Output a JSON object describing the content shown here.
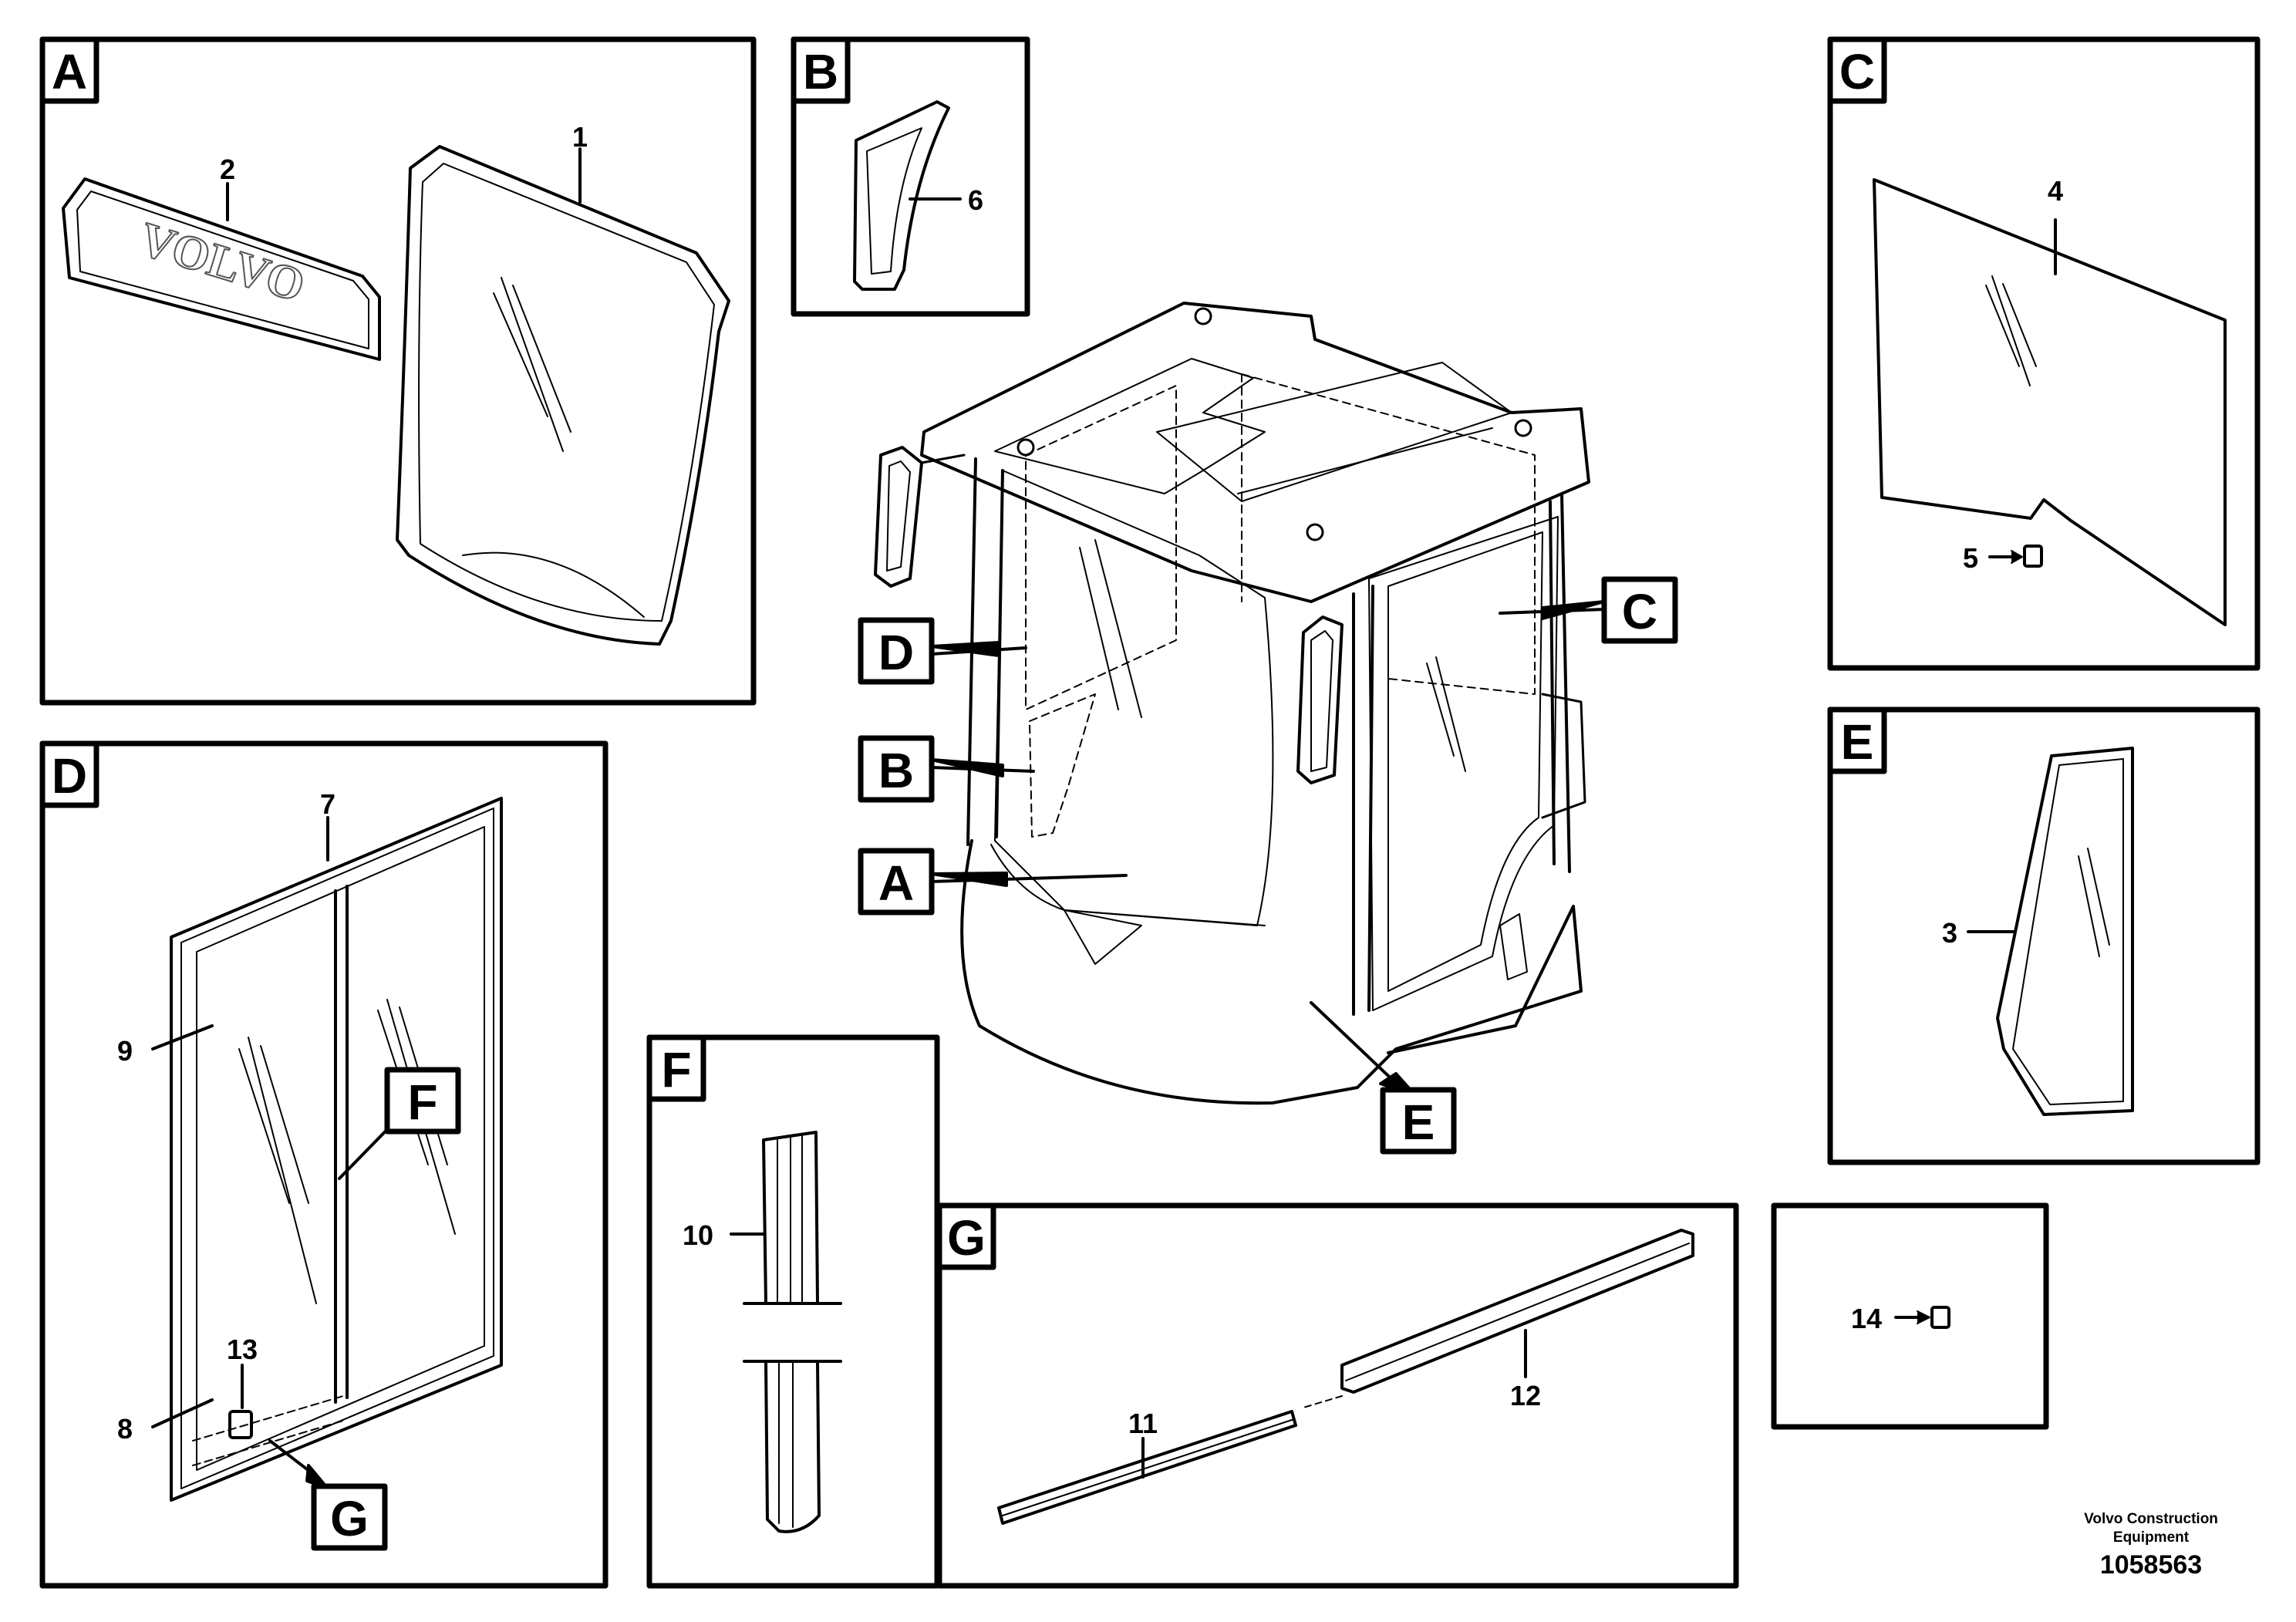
{
  "panels": {
    "A": {
      "label": "A"
    },
    "B": {
      "label": "B"
    },
    "C": {
      "label": "C"
    },
    "D": {
      "label": "D"
    },
    "E": {
      "label": "E"
    },
    "F": {
      "label": "F"
    },
    "G": {
      "label": "G"
    }
  },
  "cab_callouts": {
    "D": "D",
    "B": "B",
    "A": "A",
    "C": "C",
    "E": "E"
  },
  "detail_callouts": {
    "F": "F",
    "G": "G"
  },
  "parts": {
    "p1": "1",
    "p2": "2",
    "p3": "3",
    "p4": "4",
    "p5": "5",
    "p6": "6",
    "p7": "7",
    "p8": "8",
    "p9": "9",
    "p10": "10",
    "p11": "11",
    "p12": "12",
    "p13": "13",
    "p14": "14"
  },
  "decal_text": "VOLVO",
  "footer": {
    "company": "Volvo Construction Equipment",
    "drawing_number": "1058563"
  }
}
